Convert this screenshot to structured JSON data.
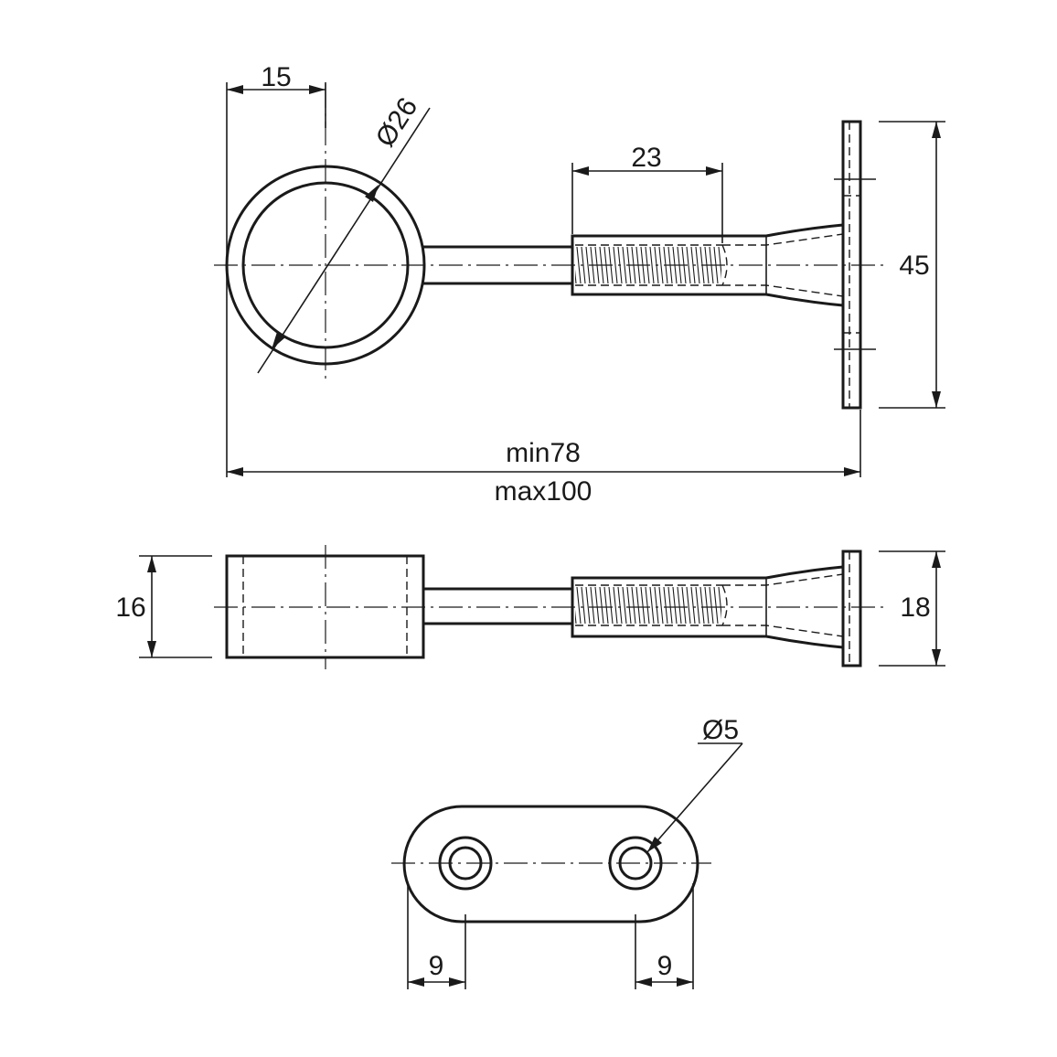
{
  "drawing": {
    "views": [
      "front-view",
      "side-view",
      "flange-view"
    ],
    "dimensions": {
      "ring_offset": "15",
      "ring_diameter": "Ø26",
      "thread_length": "23",
      "flange_height": "45",
      "length_min": "min78",
      "length_max": "max100",
      "ring_width": "16",
      "flange_width": "18",
      "hole_diameter": "Ø5",
      "hole_offset_left": "9",
      "hole_offset_right": "9"
    },
    "line_color": "#1a1a1a",
    "background": "#ffffff"
  }
}
